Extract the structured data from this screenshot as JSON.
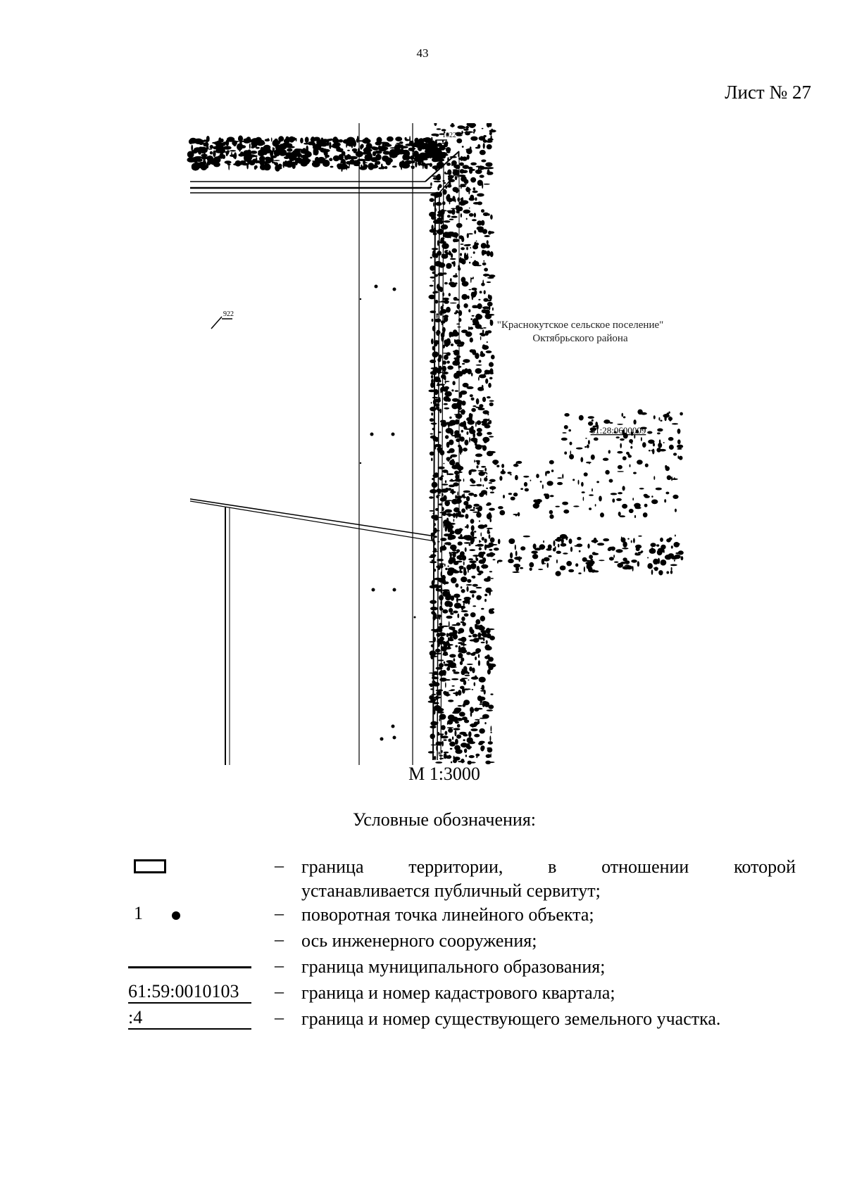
{
  "page": {
    "number": "43",
    "sheet_label": "Лист № 27"
  },
  "map": {
    "labels": {
      "point_top": "1022",
      "point_left": "922",
      "settlement_line1": "\"Краснокутское сельское поселение\"",
      "settlement_line2": "Октябрьского района",
      "quarter_number": "61:28:0600009"
    },
    "scale": "М 1:3000"
  },
  "legend": {
    "title": "Условные обозначения:",
    "dash": "–",
    "items": [
      {
        "symbol": "rectangle",
        "text_line1": [
          "граница",
          "территории,",
          "в",
          "отношении",
          "которой"
        ],
        "text_line2": "устанавливается публичный сервитут;"
      },
      {
        "symbol": "point",
        "point_label": "1",
        "text": "поворотная точка линейного объекта;"
      },
      {
        "symbol": "none",
        "text": "ось инженерного сооружения;"
      },
      {
        "symbol": "solid-line",
        "text": "граница муниципального образования;"
      },
      {
        "symbol": "cadastral-quarter",
        "label": "61:59:0010103",
        "text": "граница и номер кадастрового квартала;"
      },
      {
        "symbol": "land-plot",
        "label": ":4",
        "text": "граница и номер существующего земельного участка."
      }
    ]
  }
}
